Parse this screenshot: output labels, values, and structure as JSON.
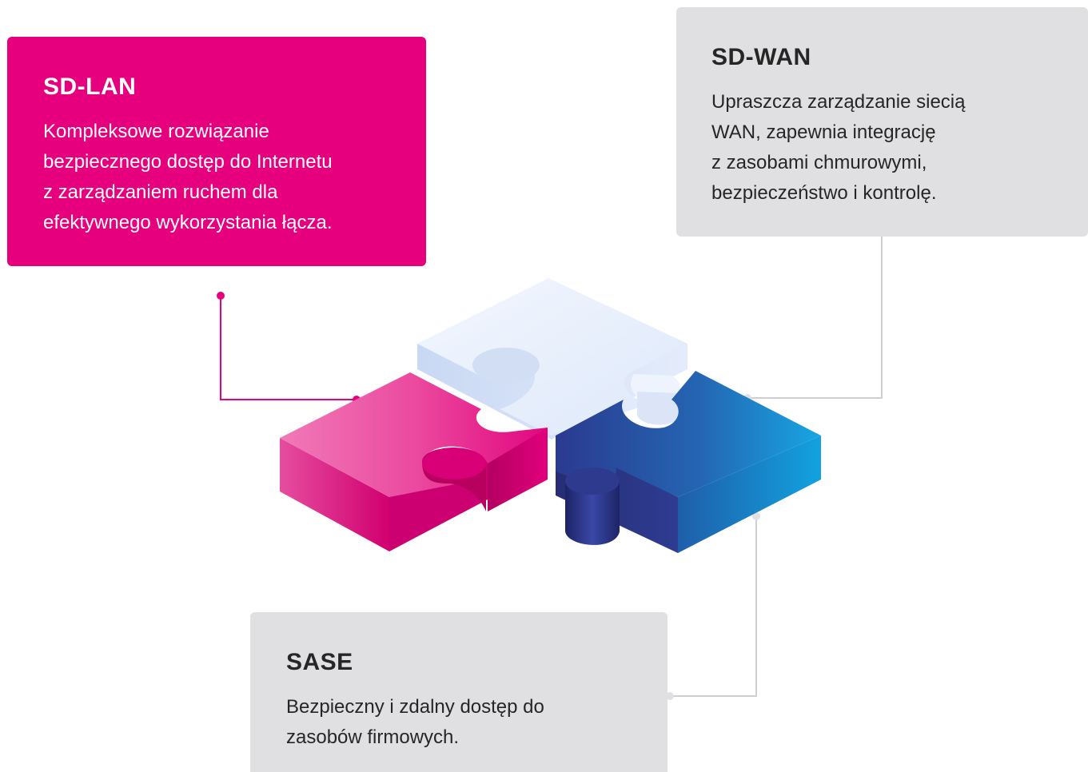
{
  "sd_lan": {
    "title": "SD-LAN",
    "lines": [
      "Kompleksowe rozwiązanie",
      "bezpiecznego dostęp do Internetu",
      "z zarządzaniem ruchem dla",
      "efektywnego wykorzystania łącza."
    ]
  },
  "sd_wan": {
    "title": "SD-WAN",
    "lines": [
      "Upraszcza zarządzanie siecią",
      "WAN, zapewnia integrację",
      "z zasobami chmurowymi,",
      "bezpieczeństwo i kontrolę."
    ]
  },
  "sase": {
    "title": "SASE",
    "lines": [
      "Bezpieczny i zdalny dostęp do",
      "zasobów firmowych."
    ]
  },
  "colors": {
    "magenta": "#e6007e",
    "card_gray": "#e0e0e2",
    "connector_gray": "#cfcfd3",
    "puzzle_light": "#e8f0fc",
    "puzzle_blue_dark": "#2c3585",
    "puzzle_blue_light": "#13a3e0"
  },
  "icons": {
    "puzzle_pink": "puzzle-piece-icon",
    "puzzle_light": "puzzle-piece-icon",
    "puzzle_blue": "puzzle-piece-icon"
  }
}
